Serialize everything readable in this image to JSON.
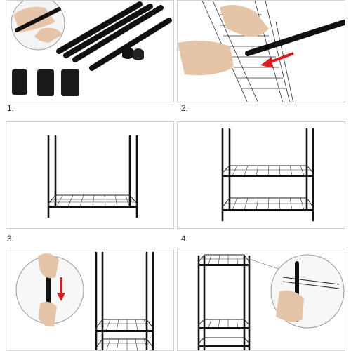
{
  "steps": [
    {
      "number": "1."
    },
    {
      "number": "2."
    },
    {
      "number": "3."
    },
    {
      "number": "4."
    }
  ],
  "colors": {
    "frame": "#111111",
    "border": "#cfcfcf",
    "arrow": "#d81e1e",
    "skin": "#e6c4a8"
  }
}
